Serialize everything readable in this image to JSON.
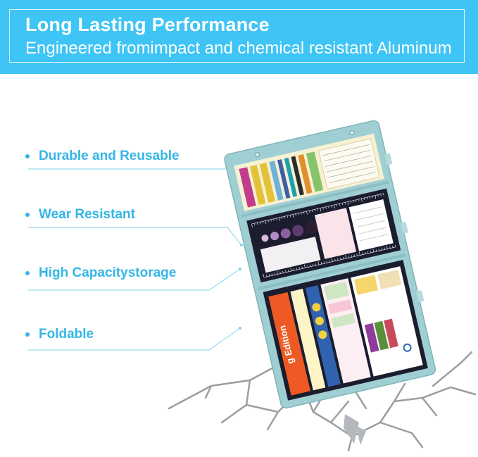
{
  "banner": {
    "title": "Long Lasting Performance",
    "subtitle": "Engineered fromimpact and chemical resistant Aluminum"
  },
  "features": [
    {
      "label": "Durable and Reusable"
    },
    {
      "label": "Wear Resistant"
    },
    {
      "label": "High Capacitystorage"
    },
    {
      "label": "Foldable"
    }
  ],
  "colors": {
    "banner_bg": "#3ec4f5",
    "accent_text": "#34b6e6",
    "clipboard_body": "#9fcfd2",
    "card_dark": "#1b1d2f"
  },
  "product": {
    "card_label": "g Edition"
  }
}
